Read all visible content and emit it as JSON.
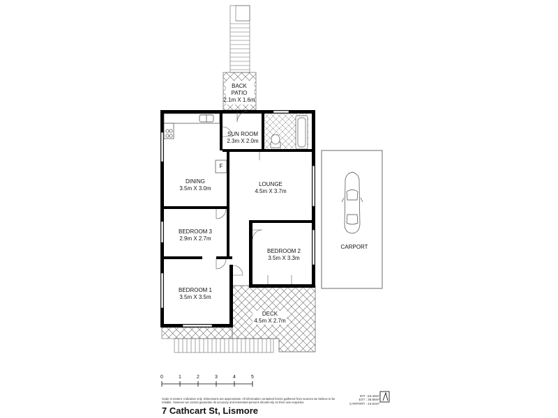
{
  "rooms": {
    "back_patio": {
      "name_line1": "BACK",
      "name_line2": "PATIO",
      "size": "2.1m X 1.6m"
    },
    "sun_room": {
      "name": "SUN ROOM",
      "size": "2.3m X 2.0m"
    },
    "dining": {
      "name": "DINING",
      "size": "3.5m X 3.0m"
    },
    "lounge": {
      "name": "LOUNGE",
      "size": "4.5m X 3.7m"
    },
    "bedroom3": {
      "name": "BEDROOM 3",
      "size": "2.9m X 2.7m"
    },
    "bedroom2": {
      "name": "BEDROOM 2",
      "size": "3.5m X 3.3m"
    },
    "bedroom1": {
      "name": "BEDROOM 1",
      "size": "3.5m X 3.5m"
    },
    "deck": {
      "name": "DECK",
      "size": "4.5m X 2.7m"
    },
    "carport": {
      "name": "CARPORT"
    }
  },
  "fridge_label": "F",
  "scale_bar": {
    "ticks": [
      "0",
      "1",
      "2",
      "3",
      "4",
      "5"
    ]
  },
  "disclaimer": "Scale in meters. Indicative only. Dimensions are approximate. All information contained herein gathered from sources we believe to be reliable. However we cannot guarantee its accuracy and interested persons should rely on their own enquiries.",
  "areas": {
    "int": "INT : 83.48m²",
    "ext": "EXT : 35.86m²",
    "carport": "CARPORT : 44.64m²"
  },
  "address": "7 Cathcart St, Lismore"
}
